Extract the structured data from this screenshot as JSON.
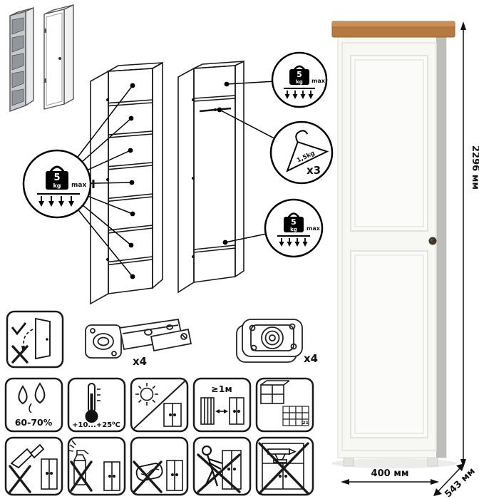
{
  "product": {
    "height": "2296 мм",
    "width": "400 мм",
    "depth": "543 мм"
  },
  "load": {
    "shelf": {
      "value": "5",
      "unit": "kg",
      "max": "max"
    },
    "top": {
      "value": "5",
      "unit": "kg",
      "max": "max"
    },
    "bottom": {
      "value": "5",
      "unit": "kg",
      "max": "max"
    },
    "hanger": {
      "weight": "1,5kg",
      "count": "x3"
    }
  },
  "hardware": {
    "hinge_count": "x4",
    "foot_count": "x4"
  },
  "care": {
    "humidity": "60-70%",
    "temperature": "+10...+25⁰C",
    "min_distance": "≥1м",
    "tile_label": "21"
  },
  "icons": {
    "row1": [
      "door-warning",
      "hinge",
      "adjustable-foot"
    ],
    "care_row": [
      "humidity",
      "temperature",
      "no-direct-sunlight",
      "heat-distance",
      "ventilated-room"
    ],
    "prohibition_row": [
      "no-sharp-tools",
      "no-solvent-spray",
      "no-abrasives",
      "no-dragging",
      "no-heavy-loads"
    ]
  },
  "colors": {
    "wood_top": "#b57a41",
    "carcass_grey": "#c6c9cb",
    "body_white": "#f7f7f4"
  }
}
